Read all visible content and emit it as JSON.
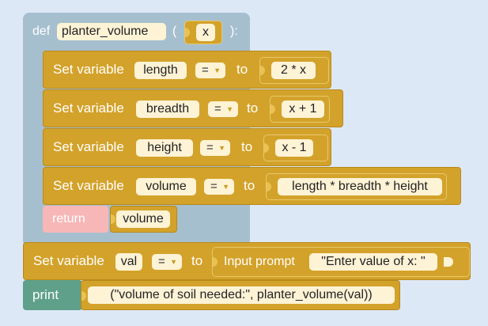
{
  "def_block": {
    "keyword": "def",
    "function_name": "planter_volume",
    "open_paren": "(",
    "param": "x",
    "close": "):"
  },
  "statements": [
    {
      "prefix": "Set variable",
      "var": "length",
      "op": "=",
      "to": "to",
      "expr": "2 * x"
    },
    {
      "prefix": "Set variable",
      "var": "breadth",
      "op": "=",
      "to": "to",
      "expr": "x + 1"
    },
    {
      "prefix": "Set variable",
      "var": "height",
      "op": "=",
      "to": "to",
      "expr": "x - 1"
    },
    {
      "prefix": "Set variable",
      "var": "volume",
      "op": "=",
      "to": "to",
      "expr": "length * breadth * height"
    }
  ],
  "return_block": {
    "keyword": "return",
    "value": "volume"
  },
  "outer_set": {
    "prefix": "Set variable",
    "var": "val",
    "op": "=",
    "to": "to",
    "input_label": "Input prompt",
    "prompt": "\"Enter value of x: \""
  },
  "print_block": {
    "keyword": "print",
    "args": "(\"volume of soil needed:\", planter_volume(val))"
  },
  "colors": {
    "workspace": "#dde8f7",
    "def": "#a5bfcf",
    "variable": "#d3a22a",
    "return": "#f7b7b7",
    "print": "#5fa08a"
  }
}
